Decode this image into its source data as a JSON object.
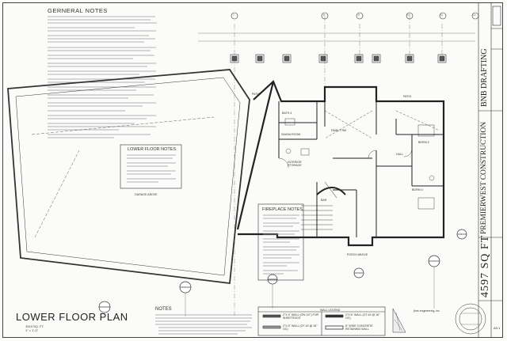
{
  "general_notes": {
    "title": "GERNERAL NOTES"
  },
  "lower_floor_notes": {
    "title": "LOWER FLOOR NOTES"
  },
  "fireplace_notes": {
    "title": "FIREPLACE NOTES"
  },
  "notes": {
    "title": "NOTES"
  },
  "plan": {
    "title": "LOWER FLOOR PLAN",
    "sqft": "1519 SQ. FT.",
    "scale": "1\" = 1'-0\""
  },
  "rooms": {
    "patio_left": "PATIO",
    "patio_right": "PATIO",
    "family_rm": "FAMILY RM",
    "bdrm_5": "BDRM 5",
    "bdrm_4": "BDRM 4",
    "bath": "BATH 4",
    "sauna": "SAUNA ROOM",
    "interior_storage": "INTERIOR STORAGE",
    "bar": "BAR",
    "hall": "HALL",
    "porch": "PORCH ABOVE",
    "garage": "GARAGE ABOVE"
  },
  "legend": {
    "title": "WALL LEGEND",
    "items": [
      "2\"X 4\" WALL (ON 1/2\") FOR SHEETROCK",
      "2\"X 6\" WALL (OT #2 @ 16\" OC)",
      "2\"X 6\" WALL (OT #2 @ 16\" OC)",
      "8\" WIDE CONCRETE RETAINING WALL"
    ]
  },
  "engineer": {
    "name": "jhns engineering, inc."
  },
  "title_block": {
    "company": "BNB DRAFTING",
    "project": "PREMIERWEST CONSTRUCTION",
    "sqft": "4597 SQ FT",
    "sheet": "A3.1"
  },
  "grid_markers": [
    "7",
    "8",
    "9",
    "10",
    "11",
    "12"
  ],
  "colors": {
    "line": "#333333",
    "paper": "#fbfbf9"
  }
}
